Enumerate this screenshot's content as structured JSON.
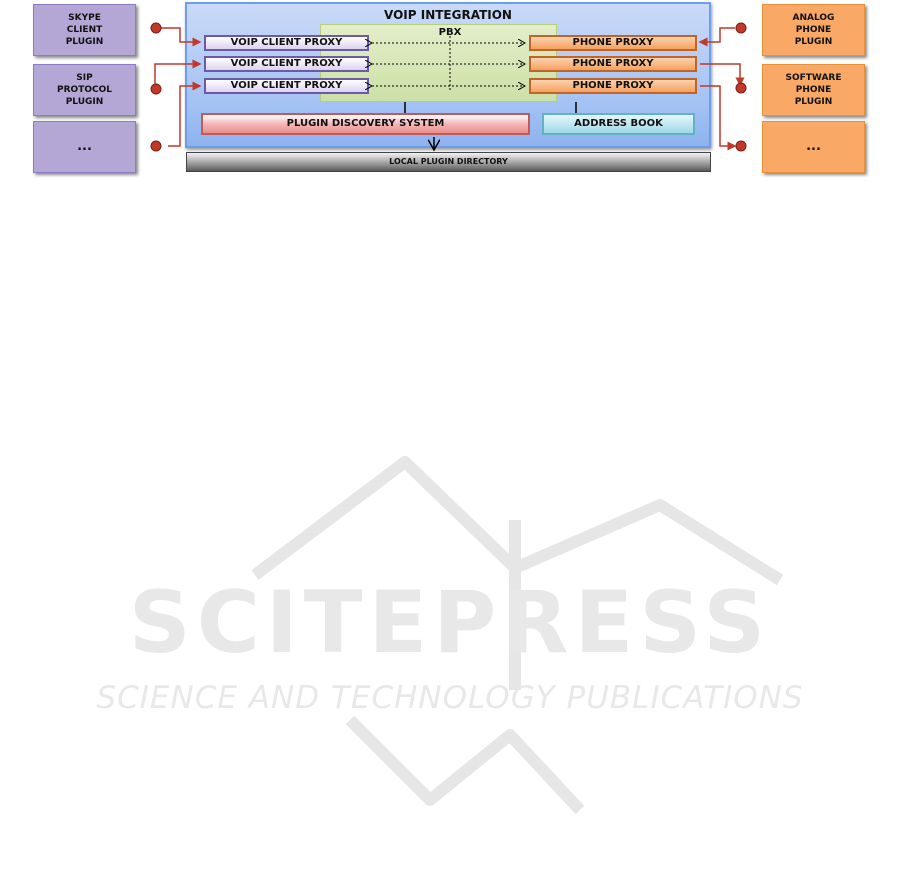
{
  "voip_integration": {
    "title": "VOIP INTEGRATION"
  },
  "pbx": {
    "title": "PBX"
  },
  "left_plugins": [
    {
      "label": "SKYPE\nCLIENT\nPLUGIN"
    },
    {
      "label": "SIP\nPROTOCOL\nPLUGIN"
    },
    {
      "label": "..."
    }
  ],
  "right_plugins": [
    {
      "label": "ANALOG\nPHONE\nPLUGIN"
    },
    {
      "label": "SOFTWARE\nPHONE\nPLUGIN"
    },
    {
      "label": "..."
    }
  ],
  "voip_client_proxies": [
    {
      "label": "VOIP CLIENT PROXY"
    },
    {
      "label": "VOIP CLIENT PROXY"
    },
    {
      "label": "VOIP CLIENT PROXY"
    }
  ],
  "phone_proxies": [
    {
      "label": "PHONE PROXY"
    },
    {
      "label": "PHONE PROXY"
    },
    {
      "label": "PHONE PROXY"
    }
  ],
  "plugin_discovery": {
    "label": "PLUGIN DISCOVERY SYSTEM"
  },
  "address_book": {
    "label": "ADDRESS BOOK"
  },
  "local_plugin_directory": {
    "label": "LOCAL PLUGIN DIRECTORY"
  },
  "watermark": {
    "main": "SCITEPRESS",
    "sub": "SCIENCE AND TECHNOLOGY PUBLICATIONS"
  }
}
